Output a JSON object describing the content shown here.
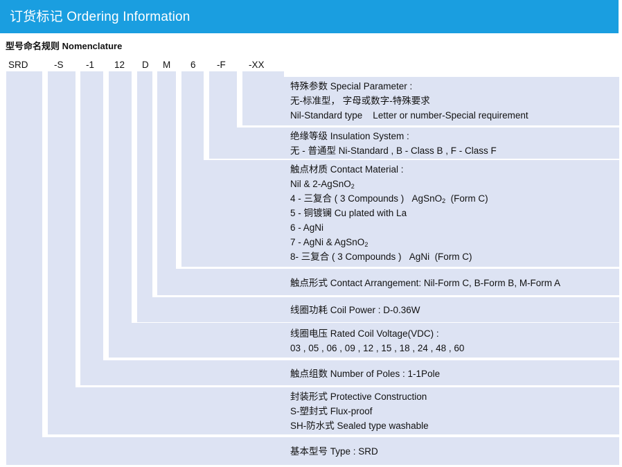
{
  "header": {
    "title": "订货标记 Ordering Information",
    "subtitle": "型号命名规则 Nomenclature"
  },
  "colors": {
    "banner": "#1a9ee0",
    "bar": "#dde3f3"
  },
  "codes": [
    "SRD",
    "-S",
    "-1",
    "12",
    "D",
    "M",
    "6",
    "-F",
    "-XX"
  ],
  "descriptions": {
    "special": {
      "title": "特殊参数 Special Parameter :",
      "line1": "无-标准型， 字母或数字-特殊要求",
      "line2": "Nil-Standard type    Letter or number-Special requirement"
    },
    "insulation": {
      "title": "绝缘等级 Insulation System :",
      "line1": "无 - 普通型 Ni-Standard , B - Class B , F - Class F"
    },
    "contact_material": {
      "title": "触点材质 Contact Material :",
      "l1a": "Nil & 2-AgSnO",
      "l1sub": "2",
      "l2a": "4 - 三复合 ( 3 Compounds )   AgSnO",
      "l2sub": "2",
      "l2b": "  (Form C)",
      "l3": "5 - 铜镀镧 Cu plated with La",
      "l4": "6 - AgNi",
      "l5a": "7 - AgNi & AgSnO",
      "l5sub": "2",
      "l6": "8- 三复合 ( 3 Compounds )   AgNi  (Form C)"
    },
    "arrangement": {
      "title": "触点形式 Contact Arrangement: Nil-Form C, B-Form B, M-Form A"
    },
    "coil_power": {
      "title": "线圈功耗 Coil Power : D-0.36W"
    },
    "coil_voltage": {
      "title": "线圈电压 Rated Coil Voltage(VDC) :",
      "line1": "03 , 05 , 06 , 09 , 12 , 15 , 18 , 24 , 48 , 60"
    },
    "poles": {
      "title": "触点组数 Number of Poles : 1-1Pole"
    },
    "construction": {
      "title": "封装形式 Protective Construction",
      "line1": "S-塑封式 Flux-proof",
      "line2": "SH-防水式 Sealed type washable"
    },
    "type": {
      "title": "基本型号 Type : SRD"
    }
  }
}
